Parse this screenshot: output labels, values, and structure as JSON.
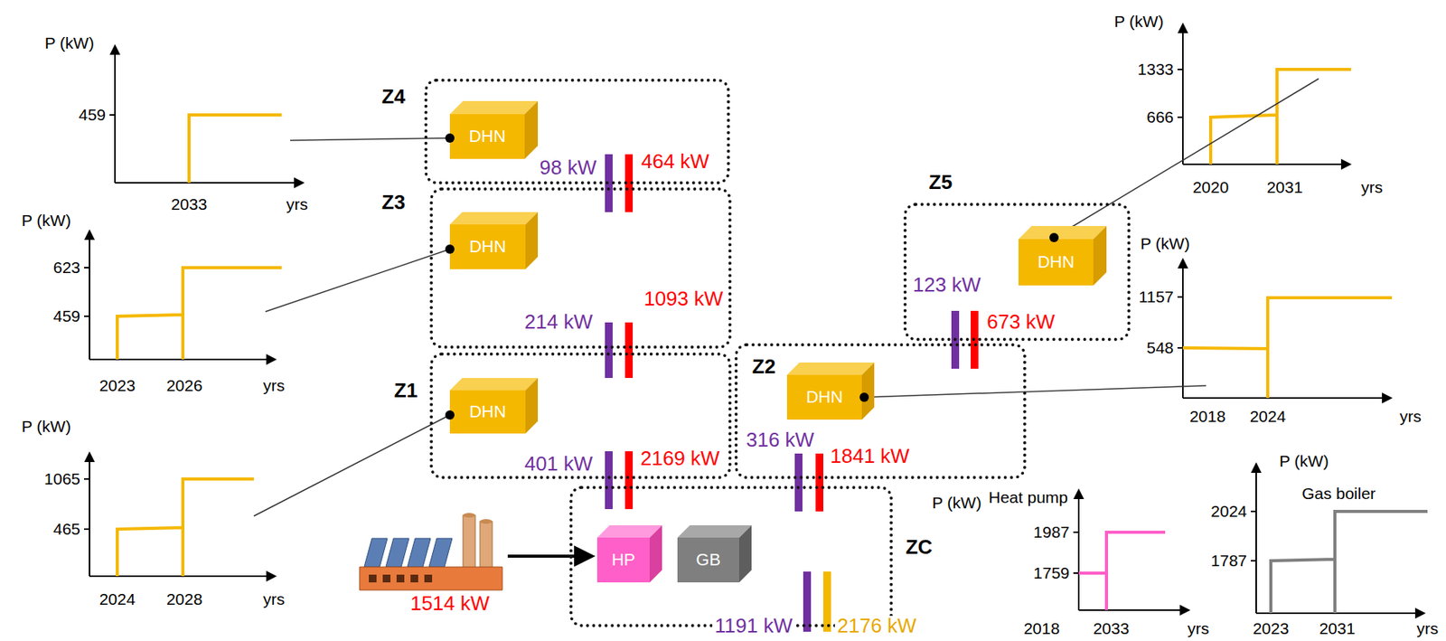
{
  "diagram": {
    "nodes": [
      {
        "text": [
          "Z4"
        ]
      },
      {
        "text": [
          "DHN"
        ],
        "in": 0
      },
      {
        "text": [
          "Z3"
        ]
      },
      {
        "text": [
          "DHN"
        ],
        "in": 2
      },
      {
        "text": [
          "Z5"
        ]
      },
      {
        "text": [
          "DHN"
        ],
        "in": 4
      },
      {
        "text": [
          "Z1"
        ]
      },
      {
        "text": [
          "DHN"
        ],
        "in": 6
      },
      {
        "text": [
          "Z2"
        ]
      },
      {
        "text": [
          "DHN"
        ],
        "in": 8
      },
      {
        "text": [
          "ZC"
        ]
      },
      {
        "text": [
          "HP"
        ],
        "in": 10
      },
      {
        "text": [
          "GB"
        ],
        "in": 10
      }
    ],
    "labels": [
      "P (kW)",
      "459",
      "2033",
      "yrs",
      "P (kW)",
      "623",
      "459",
      "2023",
      "2026",
      "yrs",
      "P (kW)",
      "1065",
      "465",
      "2024",
      "2028",
      "yrs",
      "P (kW)",
      "1333",
      "666",
      "2020",
      "2031",
      "yrs",
      "P (kW)",
      "1157",
      "548",
      "2018",
      "2024",
      "yrs",
      "P (kW)",
      "Heat pump",
      "1987",
      "1759",
      "2018",
      "2033",
      "yrs",
      "P (kW)",
      "Gas boiler",
      "2024",
      "1787",
      "2023",
      "2031",
      "yrs",
      "98 kW",
      "464 kW",
      "214 kW",
      "1093 kW",
      "401 kW",
      "2169 kW",
      "316 kW",
      "1841 kW",
      "123 kW",
      "673 kW",
      "1191 kW",
      "2176 kW",
      "1514 kW"
    ]
  }
}
